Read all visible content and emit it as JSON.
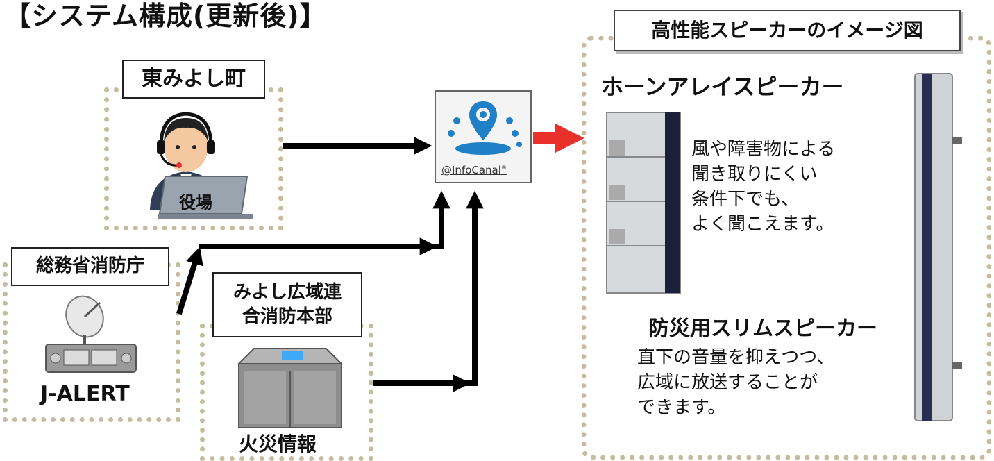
{
  "title": "【システム構成(更新後)】",
  "sources": {
    "town": {
      "name": "東みよし町",
      "caption": "役場"
    },
    "fdma": {
      "name": "総務省消防庁",
      "caption": "J-ALERT"
    },
    "fire_hq": {
      "name_line1": "みよし広域連",
      "name_line2": "合消防本部",
      "caption": "火災情報"
    }
  },
  "hub": {
    "logo_text": "@InfoCanal",
    "trademark": "®"
  },
  "speaker_panel": {
    "header": "高性能スピーカーのイメージ図",
    "horn": {
      "name": "ホーンアレイスピーカー",
      "desc": [
        "風や障害物による",
        "聞き取りにくい",
        "条件下でも、",
        "よく聞こえます。"
      ]
    },
    "slim": {
      "name": "防災用スリムスピーカー",
      "desc": [
        "直下の音量を抑えつつ、",
        "広域に放送することが",
        "できます。"
      ]
    }
  },
  "colors": {
    "dotted_border": "#c4bc9c",
    "arrow": "#000000",
    "output_arrow": "#e8312a",
    "hub_blue": "#1f7fc7"
  }
}
